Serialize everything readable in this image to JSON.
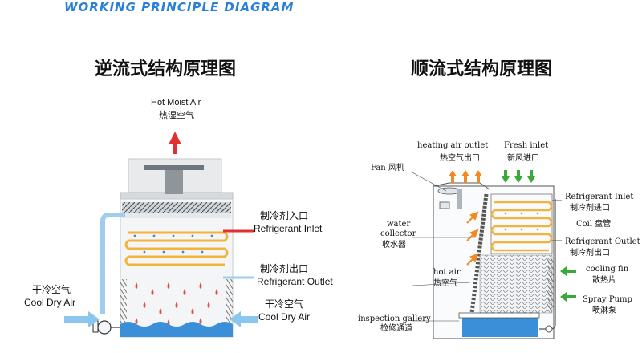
{
  "banner": "WORKING PRINCIPLE DIAGRAM",
  "left": {
    "title": "逆流式结构原理图",
    "exhaust_en": "Hot Moist Air",
    "exhaust_cn": "热湿空气",
    "ref_in_cn": "制冷剂入口",
    "ref_in_en": "Refrigerant Inlet",
    "ref_out_cn": "制冷剂出口",
    "ref_out_en": "Refrigerant Outlet",
    "dry_left_cn": "干冷空气",
    "dry_left_en": "Cool Dry Air",
    "dry_right_cn": "干冷空气",
    "dry_right_en": "Cool Dry Air"
  },
  "right": {
    "title": "顺流式结构原理图",
    "heating_en": "heating air outlet",
    "heating_cn": "热空气出口",
    "fresh_en": "Fresh inlet",
    "fresh_cn": "新风进口",
    "fan": "Fan 风机",
    "water_collector_en1": "water",
    "water_collector_en2": "collector",
    "water_collector_cn": "收水器",
    "hot_air_en": "hot air",
    "hot_air_cn": "热空气",
    "inspection_en": "inspection gallery",
    "inspection_cn": "检修通道",
    "ref_in_en": "Refrigerant Inlet",
    "ref_in_cn": "制冷剂进口",
    "coil": "Coil 盘管",
    "ref_out_en": "Refrigerant Outlet",
    "ref_out_cn": "制冷剂出口",
    "fin_en": "cooling fin",
    "fin_cn": "散热片",
    "pump_en": "Spray Pump",
    "pump_cn": "喷淋泵"
  },
  "colors": {
    "water_blue": "#3a8fd8",
    "pipe_blue": "#9fcdee",
    "coil_orange": "#f4b43a",
    "hot_red": "#e03030",
    "arrow_orange": "#f08a24",
    "arrow_green": "#3aa83a",
    "arrow_blue": "#8ac6ee"
  }
}
